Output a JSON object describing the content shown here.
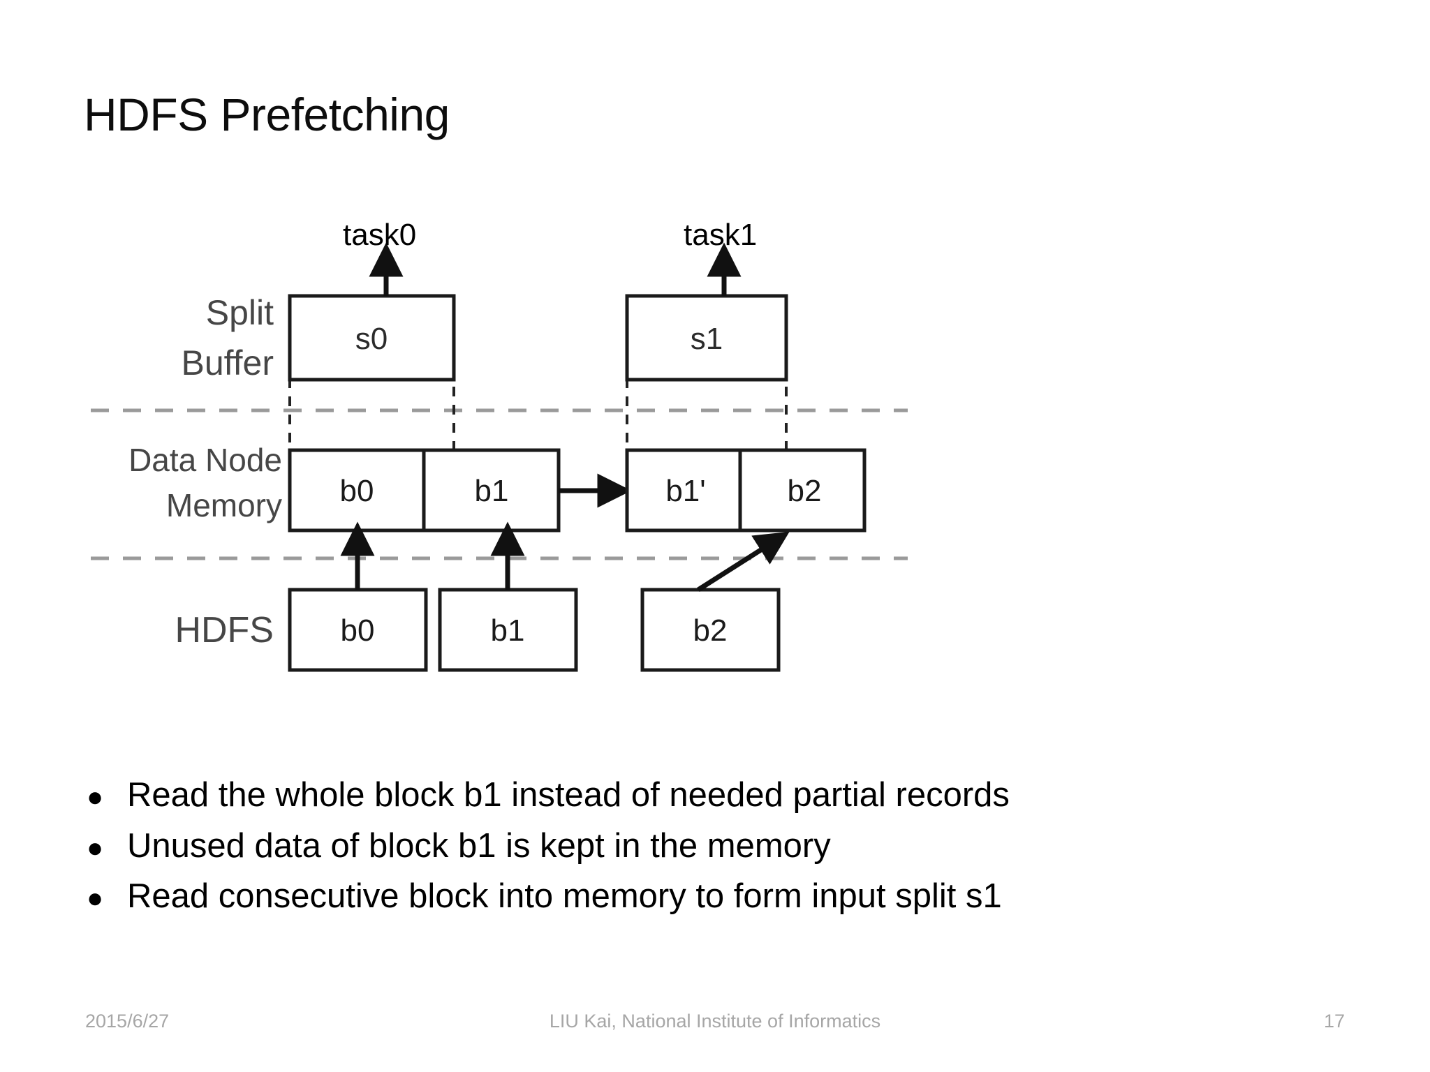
{
  "slide": {
    "title": "HDFS Prefetching"
  },
  "diagram": {
    "row_labels": {
      "split_buffer_line1": "Split",
      "split_buffer_line2": "Buffer",
      "data_node_line1": "Data Node",
      "data_node_line2": "Memory",
      "hdfs": "HDFS"
    },
    "task_labels": [
      {
        "name": "task0",
        "label": "task0"
      },
      {
        "name": "task1",
        "label": "task1"
      }
    ],
    "split_buffer_blocks": [
      {
        "label": "s0"
      },
      {
        "label": "s1"
      }
    ],
    "memory_blocks": [
      {
        "label": "b0"
      },
      {
        "label": "b1"
      },
      {
        "label": "b1'"
      },
      {
        "label": "b2"
      }
    ],
    "hdfs_blocks": [
      {
        "label": "b0"
      },
      {
        "label": "b1"
      },
      {
        "label": "b2"
      }
    ],
    "colors": {
      "stroke": "#1a1a1a",
      "label_text": "#404040",
      "dashed_divider": "#8c8c8c",
      "box_fill": "#ffffff"
    }
  },
  "bullets": {
    "marker": "●",
    "items": [
      "Read the whole block b1 instead of needed partial records",
      "Unused data of block b1 is kept in the memory",
      "Read consecutive block into memory to form input split s1"
    ]
  },
  "footer": {
    "date": "2015/6/27",
    "author": "LIU Kai, National Institute of Informatics",
    "page_number": "17"
  }
}
